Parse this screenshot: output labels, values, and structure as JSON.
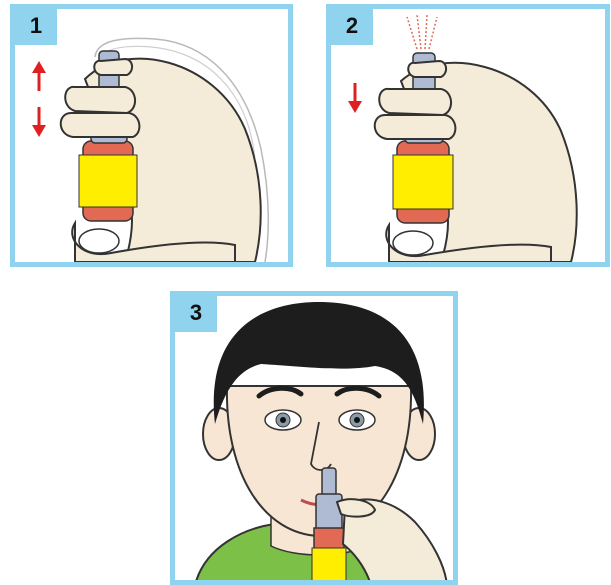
{
  "steps": [
    {
      "number": "1"
    },
    {
      "number": "2"
    },
    {
      "number": "3"
    }
  ],
  "colors": {
    "frame": "#8fd3ef",
    "skin": "#f4ecd8",
    "bottle_label": "#ffee00",
    "bottle_red": "#e26a55",
    "bottle_cap": "#aebbd3",
    "arrow": "#e02020",
    "shirt": "#7cc048"
  },
  "icons": [
    "up-arrow-icon",
    "down-arrow-icon",
    "spray-mist-icon"
  ]
}
